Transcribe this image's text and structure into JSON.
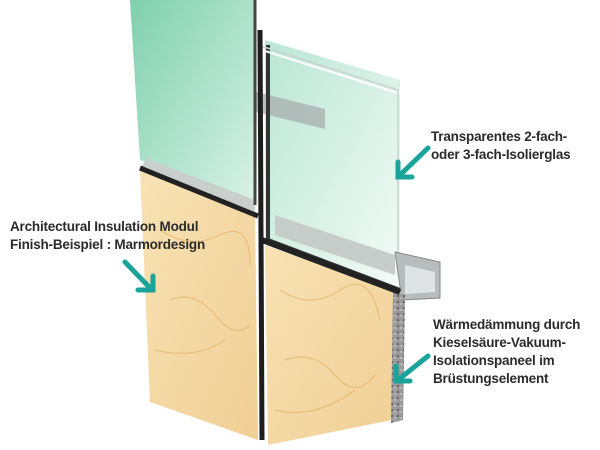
{
  "labels": {
    "glass": [
      "Transparentes 2-fach-",
      "oder 3-fach-Isolierglas"
    ],
    "module": [
      "Architectural Insulation Modul",
      "Finish-Beispiel : Marmordesign"
    ],
    "insulation": [
      "Wärmedämmung durch",
      "Kieselsäure-Vakuum-",
      "Isolationspaneel im",
      "Brüstungselement"
    ]
  },
  "colors": {
    "arrow": "#1aa39a",
    "marble": "#f5d9a6",
    "glass": "#9fdcc2",
    "frame": "#2a2a2a"
  }
}
